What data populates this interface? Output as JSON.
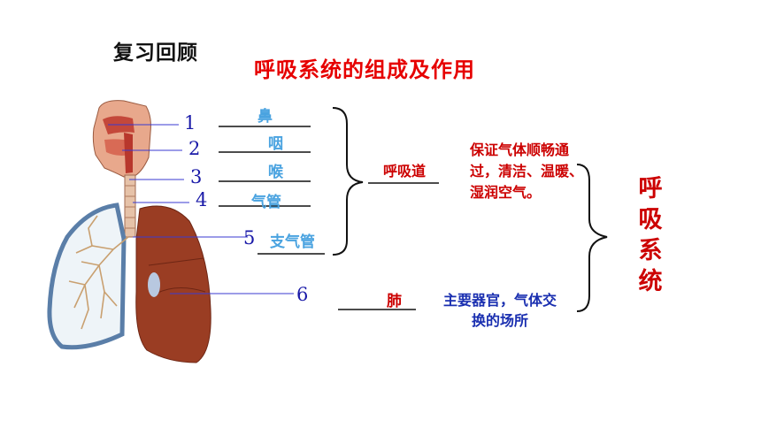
{
  "header": {
    "section_label": "复习回顾",
    "title": "呼吸系统的组成及作用"
  },
  "diagram": {
    "numbers": [
      "1",
      "2",
      "3",
      "4",
      "5",
      "6"
    ],
    "organs": [
      "鼻",
      "咽",
      "喉",
      "气管",
      "支气管"
    ],
    "respiratory_tract_label": "呼吸道",
    "respiratory_tract_function": "保证气体顺畅通过，清洁、温暖、湿润空气。",
    "lung_label": "肺",
    "lung_function": "主要器官，气体交换的场所",
    "system_label": "呼吸系统"
  },
  "colors": {
    "title_red": "#e60000",
    "organ_blue": "#4aa3e0",
    "number_blue": "#1a1aa8",
    "function_blue": "#1a2fb0",
    "lung_brown": "#9a3d23"
  }
}
